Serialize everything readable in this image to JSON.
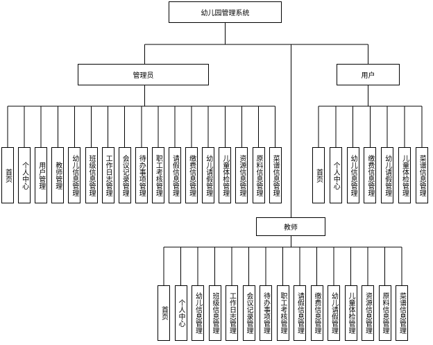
{
  "root": {
    "label": "幼儿园管理系统"
  },
  "admin": {
    "label": "管理员",
    "children": [
      "首页",
      "个人中心",
      "用户管理",
      "教师管理",
      "幼儿信息管理",
      "班级信息管理",
      "工作日志管理",
      "会议记录管理",
      "待办事项管理",
      "职工考核管理",
      "请假信息管理",
      "缴费信息管理",
      "幼儿请假管理",
      "儿童体检管理",
      "资源信息管理",
      "原料信息管理",
      "菜谱信息管理"
    ]
  },
  "user": {
    "label": "用户",
    "children": [
      "首页",
      "个人中心",
      "幼儿信息管理",
      "缴费信息管理",
      "幼儿请假管理",
      "儿童体检管理",
      "菜谱信息管理"
    ]
  },
  "teacher": {
    "label": "教师",
    "children": [
      "首页",
      "个人中心",
      "幼儿信息管理",
      "班级信息管理",
      "工作日志管理",
      "会议记录管理",
      "待办事项管理",
      "职工考核管理",
      "请假信息管理",
      "缴费信息管理",
      "幼儿请假管理",
      "儿童体检管理",
      "资源信息管理",
      "原料信息管理",
      "菜谱信息管理"
    ]
  }
}
